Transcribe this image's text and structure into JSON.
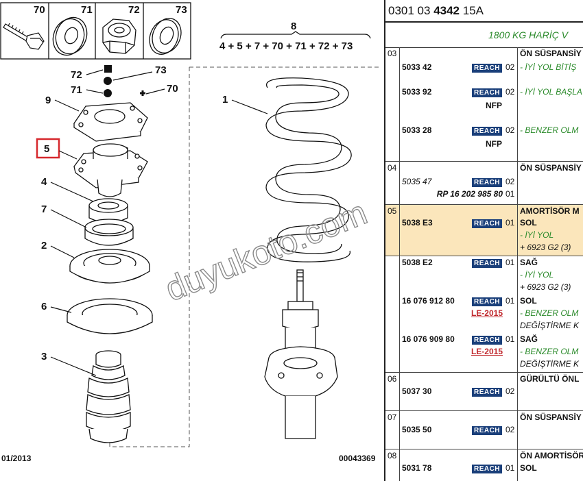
{
  "diagram": {
    "thumbnails": [
      {
        "num": "70",
        "icon": "bolt-icon"
      },
      {
        "num": "71",
        "icon": "washer-icon"
      },
      {
        "num": "72",
        "icon": "nut-icon"
      },
      {
        "num": "73",
        "icon": "washer-icon"
      }
    ],
    "kit_label": "8",
    "kit_formula": "4 + 5 + 7 + 70 + 71 + 72 + 73",
    "labels": {
      "l72": "72",
      "l73": "73",
      "l71": "71",
      "l70": "70",
      "l9": "9",
      "l5": "5",
      "l4": "4",
      "l7": "7",
      "l2": "2",
      "l6": "6",
      "l3": "3",
      "l1": "1"
    },
    "date": "01/2013",
    "ref": "00043369",
    "watermark": "duyukoto.com",
    "highlight_color": "#d6282d"
  },
  "parts": {
    "header_prefix": "0301 03 ",
    "header_bold": "4342",
    "header_suffix": " 15A",
    "subheader": "1800 KG HARİÇ V",
    "reach_label": "REACH",
    "sections": [
      {
        "no": "03",
        "title": "ÖN SÜSPANSİY",
        "rows": [
          {
            "pn": "5033 42",
            "qty": "02",
            "desc": "- İYİ YOL BİTİŞ"
          },
          {
            "pn": "5033 92",
            "qty": "02",
            "desc": "- İYİ YOL BAŞLA",
            "tag": "NFP"
          },
          {
            "pn": "5033 28",
            "qty": "02",
            "desc": "- BENZER OLM",
            "tag": "NFP"
          }
        ]
      },
      {
        "no": "04",
        "title": "ÖN SÜSPANSİY",
        "rows": [
          {
            "pn": "5035 47",
            "qty": "02",
            "subpn": "RP 16 202 985 80",
            "subqty": "01"
          }
        ]
      },
      {
        "no": "05",
        "title": "AMORTİSÖR M",
        "rows": [
          {
            "pn": "5038 E3",
            "qty": "01",
            "side": "SOL",
            "d1": "- İYİ YOL",
            "d2": "+ 6923 G2 (3)"
          },
          {
            "pn": "5038 E2",
            "qty": "01",
            "side": "SAĞ",
            "d1": "- İYİ YOL",
            "d2": "+ 6923 G2 (3)"
          },
          {
            "pn": "16 076 912 80",
            "qty": "01",
            "side": "SOL",
            "tag": "LE-2015",
            "d1": "- BENZER OLM",
            "d2": "DEĞİŞTİRME K"
          },
          {
            "pn": "16 076 909 80",
            "qty": "01",
            "side": "SAĞ",
            "tag": "LE-2015",
            "d1": "- BENZER OLM",
            "d2": "DEĞİŞTİRME K"
          }
        ]
      },
      {
        "no": "06",
        "title": "GÜRÜLTÜ ÖNL",
        "rows": [
          {
            "pn": "5037 30",
            "qty": "02"
          }
        ]
      },
      {
        "no": "07",
        "title": "ÖN SÜSPANSİY",
        "rows": [
          {
            "pn": "5035 50",
            "qty": "02"
          }
        ]
      },
      {
        "no": "08",
        "title": "ÖN AMORTİSÖR",
        "rows": [
          {
            "pn": "5031 78",
            "qty": "01",
            "side": "SOL"
          }
        ]
      }
    ]
  }
}
